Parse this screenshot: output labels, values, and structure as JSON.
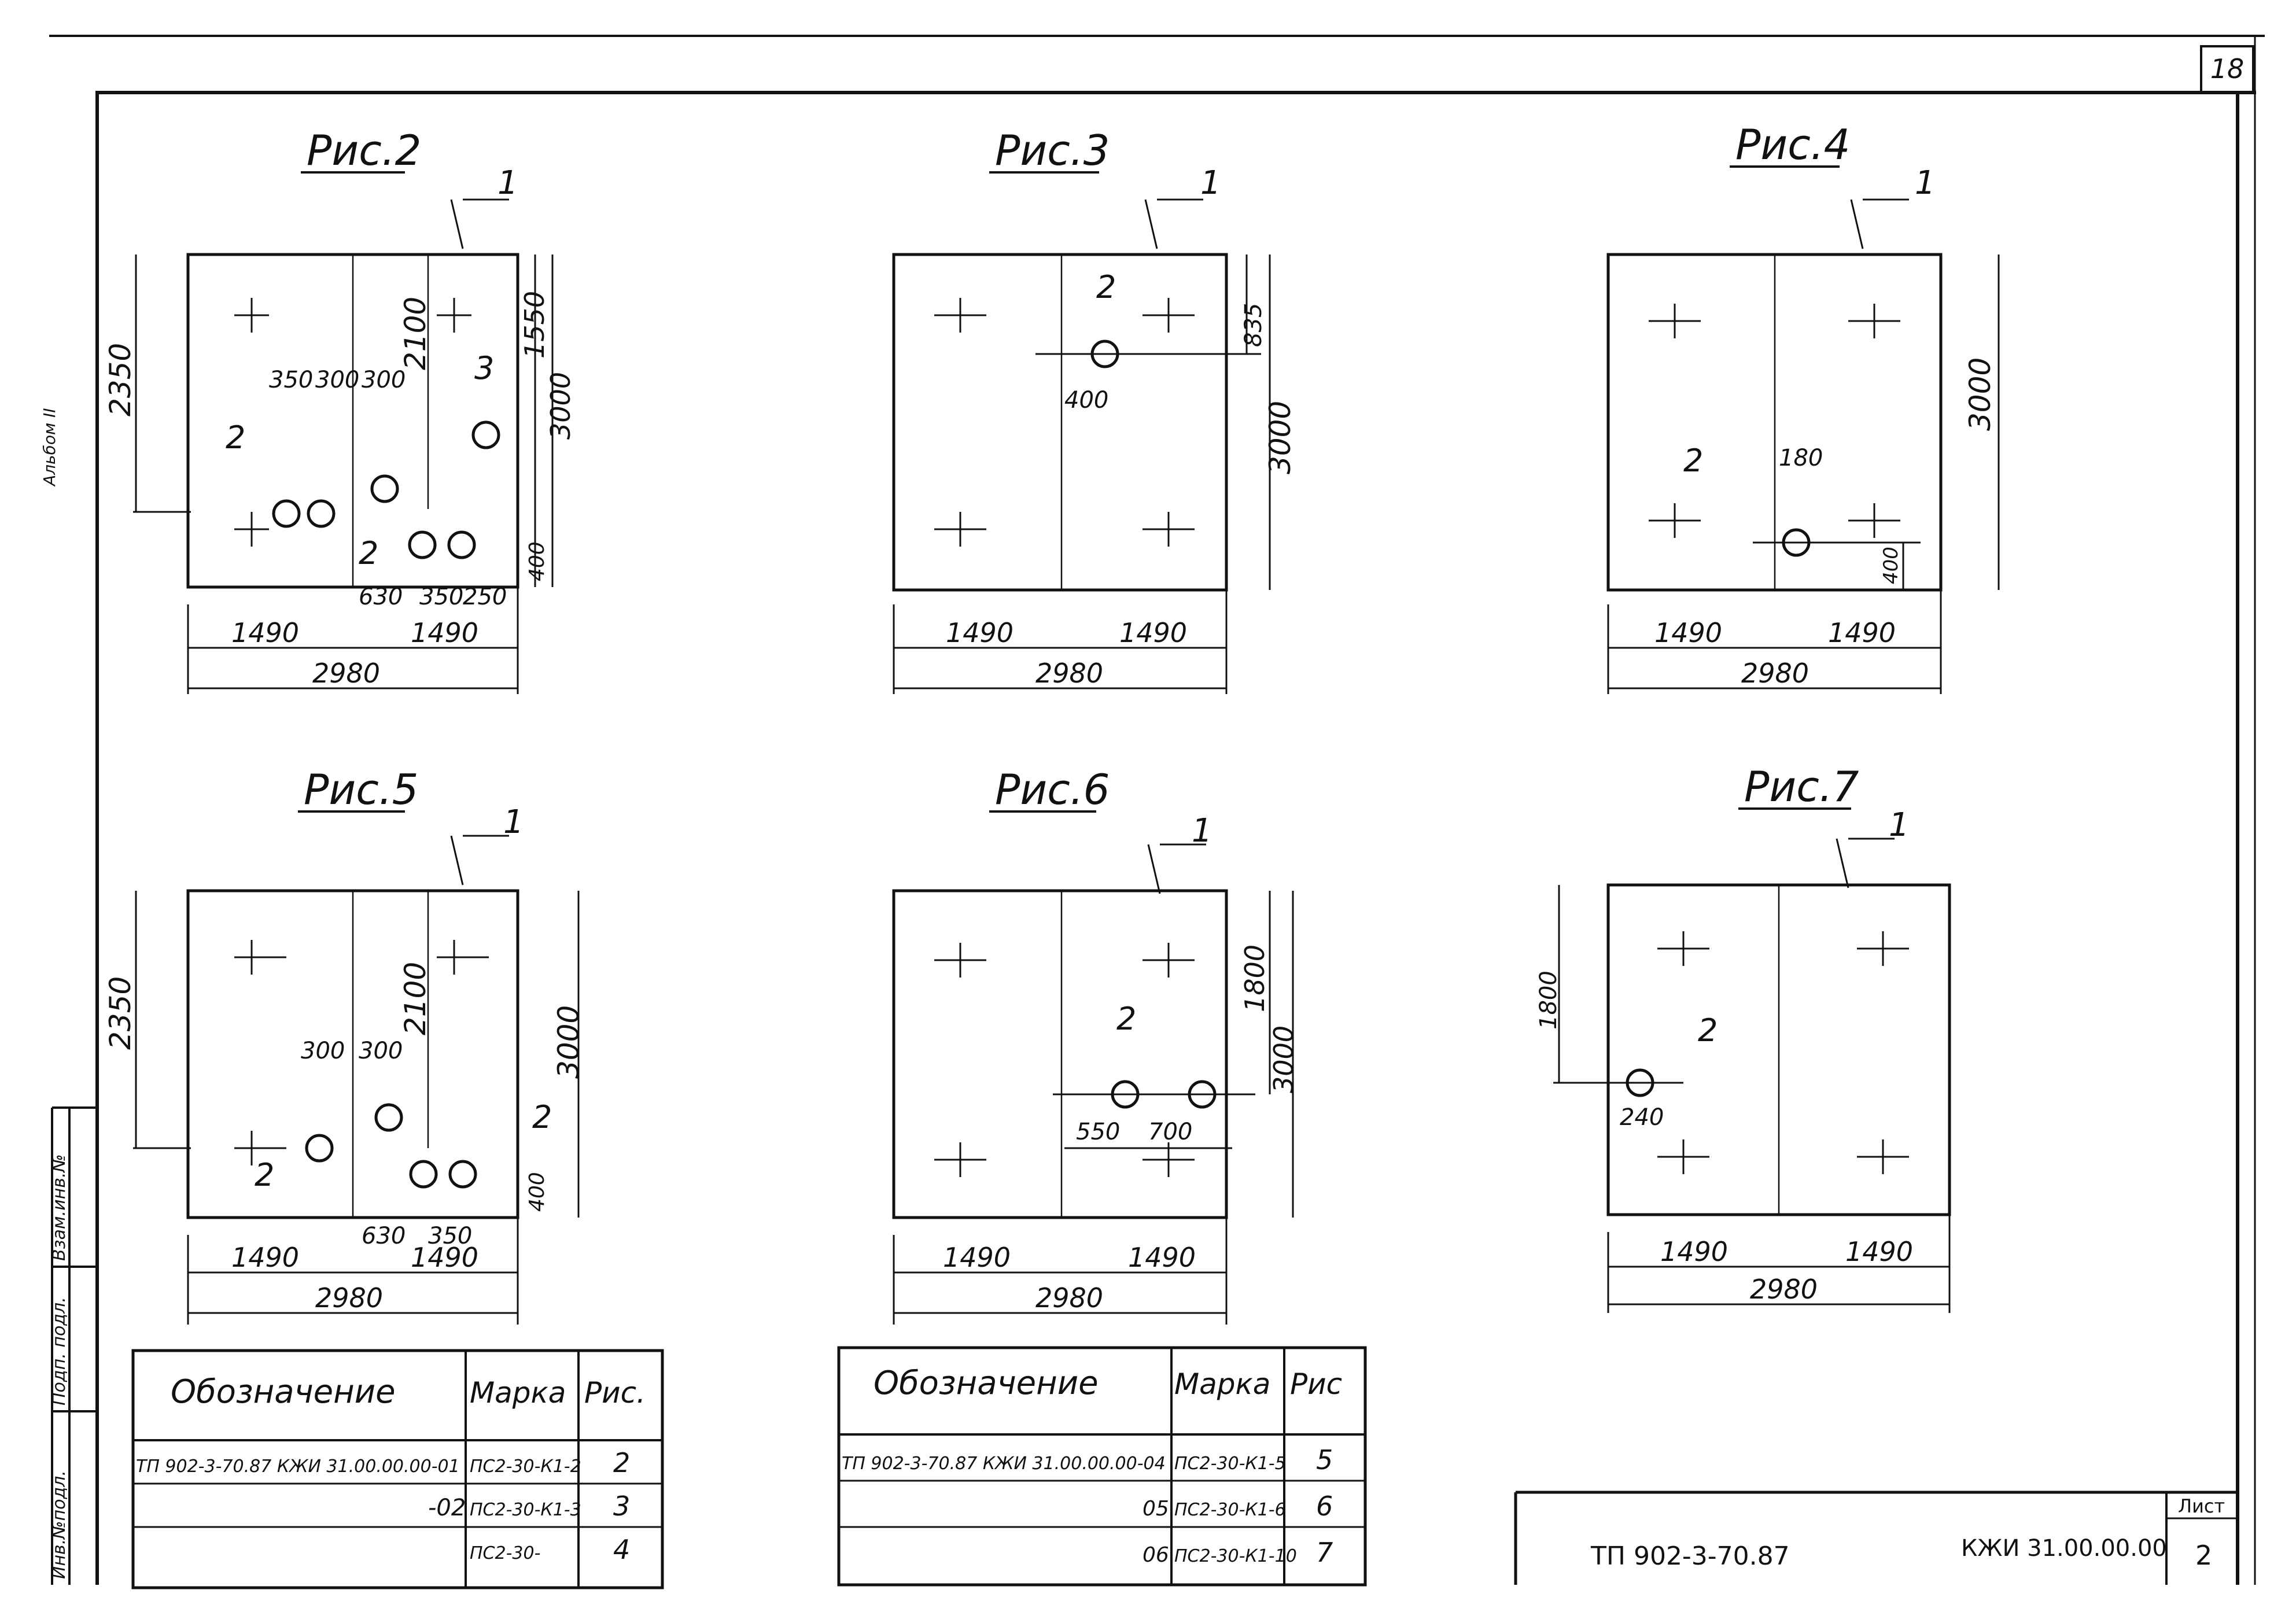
{
  "sheet": {
    "page_number": "18",
    "stamp_code": "ТП 902-3-70.87",
    "stamp_code2": "КЖИ 31.00.00.00",
    "stamp_sheet_label": "Лист",
    "stamp_sheet_value": "2",
    "side_labels": [
      "Инв.№подл.",
      "Подп. подл.",
      "Взам.инв.№"
    ],
    "top_left_mark": "Альбом II"
  },
  "figures": [
    {
      "title": "Рис.2",
      "leader": "1",
      "labels": {
        "w1": "1490",
        "w2": "1490",
        "total": "2980",
        "h_left": "2350",
        "h_mid": "2100",
        "h_right1": "1550",
        "h_right2": "3000",
        "bottom": "400",
        "d1": "350",
        "d2": "300",
        "d3": "300",
        "b1": "630",
        "b2": "350",
        "b3": "250",
        "hole2": "2",
        "hole2b": "2",
        "hole3": "3"
      }
    },
    {
      "title": "Рис.3",
      "leader": "1",
      "labels": {
        "w1": "1490",
        "w2": "1490",
        "total": "2980",
        "h_top": "835",
        "h_right": "3000",
        "d1": "400",
        "hole2": "2"
      }
    },
    {
      "title": "Рис.4",
      "leader": "1",
      "labels": {
        "w1": "1490",
        "w2": "1490",
        "total": "2980",
        "h_right": "3000",
        "d1": "180",
        "bottom": "400",
        "hole2": "2"
      }
    },
    {
      "title": "Рис.5",
      "leader": "1",
      "labels": {
        "w1": "1490",
        "w2": "1490",
        "total": "2980",
        "h_left": "2350",
        "h_mid": "2100",
        "h_right": "3000",
        "bottom": "400",
        "d1": "300",
        "d2": "300",
        "b1": "630",
        "b2": "350",
        "hole2": "2",
        "hole2b": "2"
      }
    },
    {
      "title": "Рис.6",
      "leader": "1",
      "labels": {
        "w1": "1490",
        "w2": "1490",
        "total": "2980",
        "h_top": "1800",
        "h_right": "3000",
        "d1": "550",
        "d2": "700",
        "hole2": "2"
      }
    },
    {
      "title": "Рис.7",
      "leader": "1",
      "labels": {
        "w1": "1490",
        "w2": "1490",
        "total": "2980",
        "h_left": "1800",
        "d1": "240",
        "hole2": "2"
      }
    }
  ],
  "table1": {
    "headers": [
      "Обозначение",
      "Марка",
      "Рис."
    ],
    "rows": [
      [
        "ТП 902-3-70.87 КЖИ 31.00.00.00-01",
        "ПС2-30-К1-2",
        "2"
      ],
      [
        "-02",
        "ПС2-30-К1-3",
        "3"
      ],
      [
        "",
        "ПС2-30-",
        "4"
      ]
    ]
  },
  "table2": {
    "headers": [
      "Обозначение",
      "Марка",
      "Рис"
    ],
    "rows": [
      [
        "ТП 902-3-70.87 КЖИ 31.00.00.00-04",
        "ПС2-30-К1-5",
        "5"
      ],
      [
        "05",
        "ПС2-30-К1-6",
        "6"
      ],
      [
        "06",
        "ПС2-30-К1-10",
        "7"
      ]
    ]
  }
}
